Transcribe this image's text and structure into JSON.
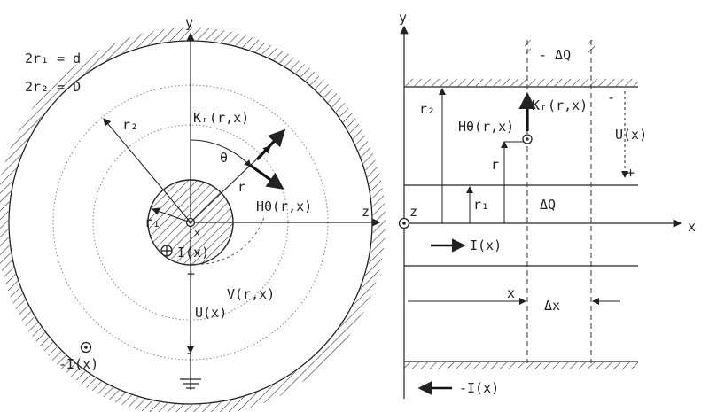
{
  "left": {
    "eq1": "2r₁ = d",
    "eq2": "2r₂ = D",
    "axis_y": "y",
    "axis_z": "z",
    "x_at_center": "x",
    "r2": "r₂",
    "r1": "r₁",
    "r": "r",
    "theta": "θ",
    "K": "Kᵣ(r,x)",
    "H": "Hθ(r,x)",
    "I": "I(x)",
    "V": "V(r,x)",
    "U": "U(x)",
    "plus": "+",
    "minus": "-",
    "minusI": "-I(x)"
  },
  "right": {
    "axis_y": "y",
    "axis_x": "x",
    "z_at_origin": "z",
    "minus_dQ": "- ΔQ",
    "dQ": "ΔQ",
    "r2": "r₂",
    "r1": "r₁",
    "r": "r",
    "H": "Hθ(r,x)",
    "K": "Kᵣ(r,x)",
    "U": "U(x)",
    "plus": "+",
    "minus": "-",
    "I": "I(x)",
    "x_dim": "x",
    "dx": "Δx",
    "minusI": "-I(x)"
  }
}
